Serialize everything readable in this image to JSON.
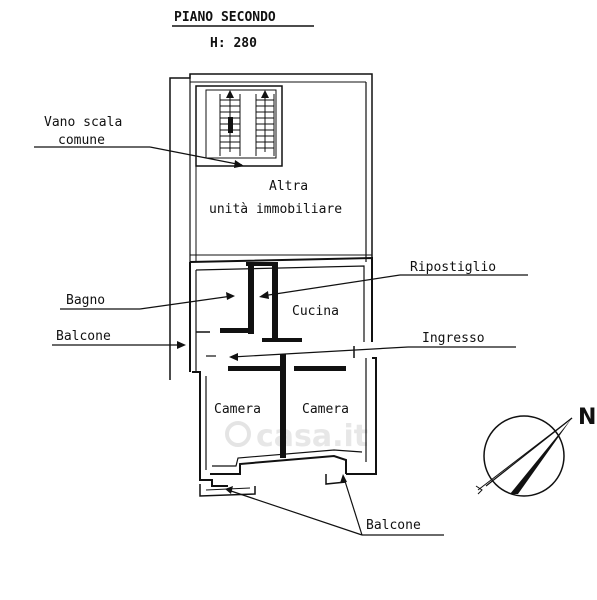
{
  "header": {
    "title": "PIANO SECONDO",
    "height_label": "H: 280"
  },
  "labels": {
    "vano_scala_line1": "Vano scala",
    "vano_scala_line2": "comune",
    "altra_line1": "Altra",
    "altra_line2": "unità immobiliare",
    "ripostiglio": "Ripostiglio",
    "bagno": "Bagno",
    "cucina": "Cucina",
    "balcone_left": "Balcone",
    "ingresso": "Ingresso",
    "camera_left": "Camera",
    "camera_right": "Camera",
    "balcone_bottom": "Balcone"
  },
  "compass": {
    "north_label": "N"
  },
  "watermark": {
    "text": "casa.it",
    "color": "#d9d9d9"
  }
}
